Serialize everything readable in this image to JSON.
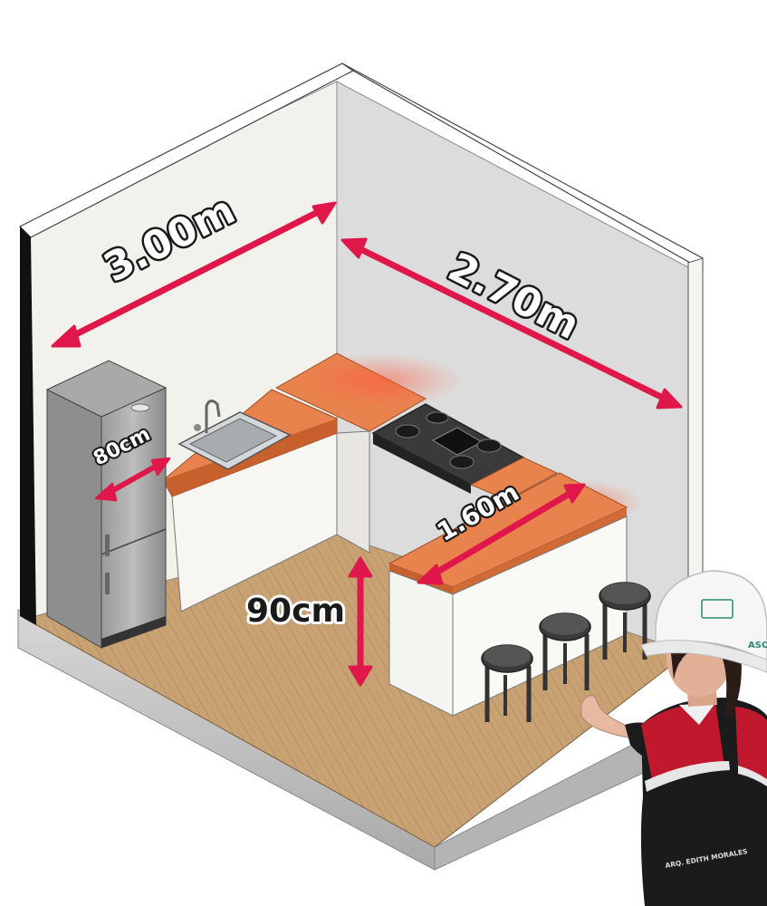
{
  "dimensions": {
    "wall_left": "3.00m",
    "wall_right": "2.70m",
    "fridge_depth": "80cm",
    "island_length": "1.60m",
    "counter_height": "90cm"
  },
  "badges": {
    "helmet_logo": "ASO",
    "vest_name": "ARQ. EDITH MORALES"
  },
  "colors": {
    "arrow": "#e0174a",
    "countertop": "#e8834e",
    "floor": "#c9a273",
    "wall_left": "#f3f1ec",
    "wall_right": "#dcdcdc",
    "vest_red": "#c0182c",
    "helmet": "#f6f6f6"
  }
}
